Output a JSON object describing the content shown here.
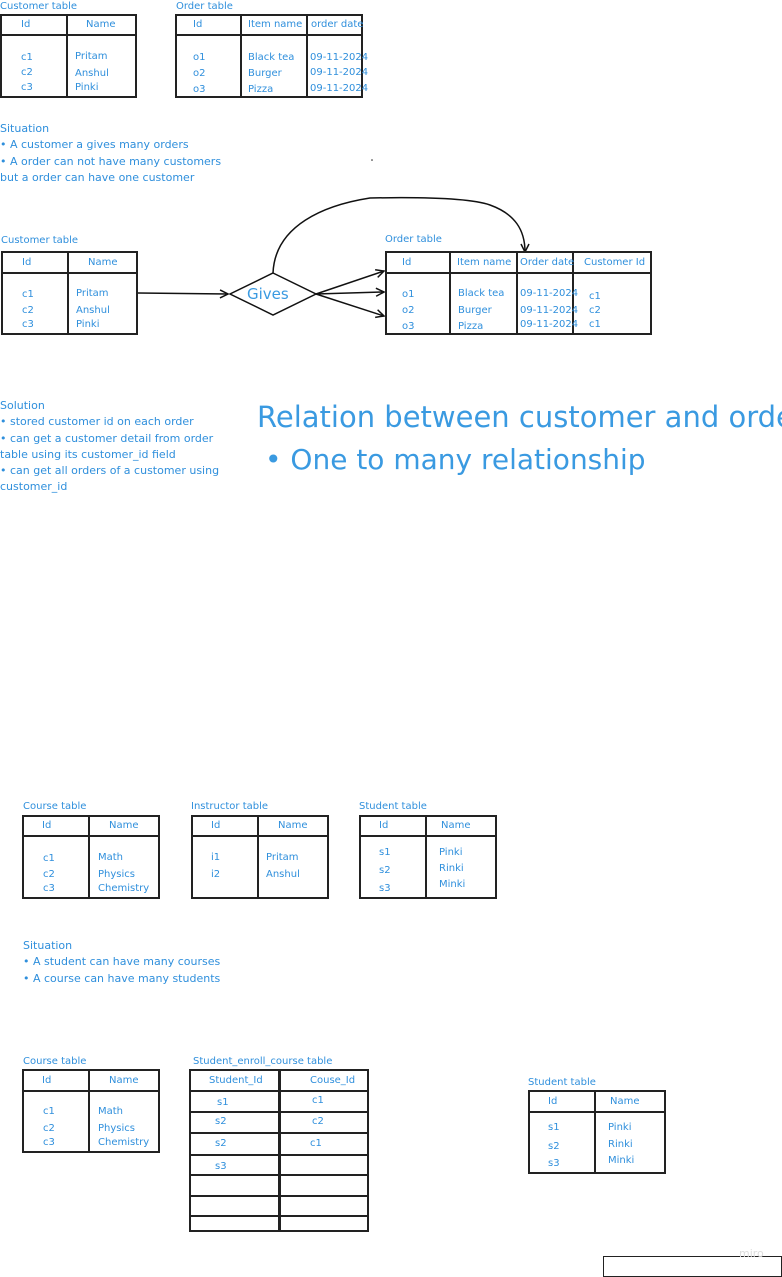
{
  "colors": {
    "text": "#2f8fdc",
    "border": "#222222",
    "title": "#3a9ae1"
  },
  "top_customer_table": {
    "caption": "Customer table",
    "headers": [
      "Id",
      "Name"
    ],
    "ids": [
      "c1",
      "c2",
      "c3"
    ],
    "names": [
      "Pritam",
      "Anshul",
      "Pinki"
    ]
  },
  "top_order_table": {
    "caption": "Order table",
    "headers": [
      "Id",
      "Item name",
      "order date"
    ],
    "ids": [
      "o1",
      "o2",
      "o3"
    ],
    "items": [
      "Black tea",
      "Burger",
      "Pizza"
    ],
    "dates": [
      "09-11-2024",
      "09-11-2024",
      "09-11-2024"
    ]
  },
  "situation1": {
    "title": "Situation",
    "lines": [
      "• A customer a gives many orders",
      "• A order can not have many customers",
      "but a order can have one customer"
    ]
  },
  "rel_customer_table": {
    "caption": "Customer table",
    "headers": [
      "Id",
      "Name"
    ],
    "ids": [
      "c1",
      "c2",
      "c3"
    ],
    "names": [
      "Pritam",
      "Anshul",
      "Pinki"
    ]
  },
  "relationship": {
    "label": "Gives"
  },
  "rel_order_table": {
    "caption": "Order table",
    "headers": [
      "Id",
      "Item name",
      "Order date",
      "Customer Id"
    ],
    "ids": [
      "o1",
      "o2",
      "o3"
    ],
    "items": [
      "Black tea",
      "Burger",
      "Pizza"
    ],
    "dates": [
      "09-11-2024",
      "09-11-2024",
      "09-11-2024"
    ],
    "customer_ids": [
      "c1",
      "c2",
      "c1"
    ]
  },
  "solution": {
    "title": "Solution",
    "lines": [
      "• stored customer id on each order",
      "• can get a customer detail from order",
      "table using its customer_id field",
      "• can get all orders of a customer using",
      "customer_id"
    ]
  },
  "relation_heading": {
    "title": "Relation between customer and order",
    "bullet": "• One to many relationship"
  },
  "course_table": {
    "caption": "Course table",
    "headers": [
      "Id",
      "Name"
    ],
    "ids": [
      "c1",
      "c2",
      "c3"
    ],
    "names": [
      "Math",
      "Physics",
      "Chemistry"
    ]
  },
  "instructor_table": {
    "caption": "Instructor table",
    "headers": [
      "Id",
      "Name"
    ],
    "ids": [
      "i1",
      "i2"
    ],
    "names": [
      "Pritam",
      "Anshul"
    ]
  },
  "student_table": {
    "caption": "Student table",
    "headers": [
      "Id",
      "Name"
    ],
    "ids": [
      "s1",
      "s2",
      "s3"
    ],
    "names": [
      "Pinki",
      "Rinki",
      "Minki"
    ]
  },
  "situation2": {
    "title": "Situation",
    "lines": [
      "• A student can have many courses",
      "• A course can have many students"
    ]
  },
  "course_table2": {
    "caption": "Course table",
    "headers": [
      "Id",
      "Name"
    ],
    "ids": [
      "c1",
      "c2",
      "c3"
    ],
    "names": [
      "Math",
      "Physics",
      "Chemistry"
    ]
  },
  "enroll_table": {
    "caption": "Student_enroll_course table",
    "headers": [
      "Student_Id",
      "Couse_Id"
    ],
    "student_ids": [
      "s1",
      "s2",
      "s2",
      "s3"
    ],
    "course_ids": [
      "c1",
      "c2",
      "c1"
    ]
  },
  "student_table2": {
    "caption": "Student table",
    "headers": [
      "Id",
      "Name"
    ],
    "ids": [
      "s1",
      "s2",
      "s3"
    ],
    "names": [
      "Pinki",
      "Rinki",
      "Minki"
    ]
  },
  "watermark": "miro"
}
